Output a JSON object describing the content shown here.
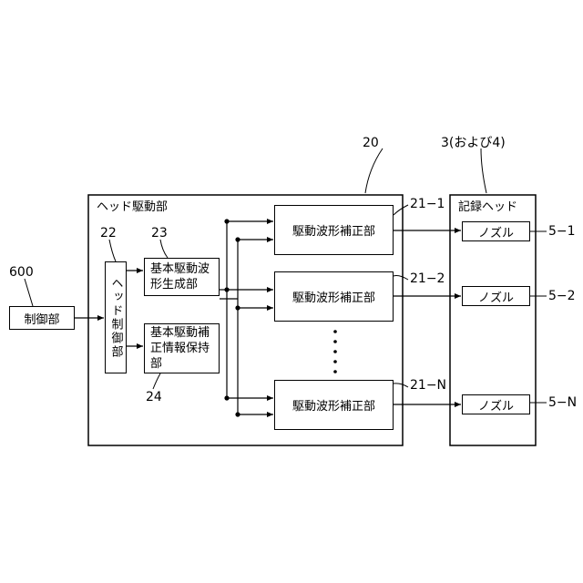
{
  "labels": {
    "controller_num": "600",
    "controller": "制御部",
    "head_drive_num": "20",
    "head_drive": "ヘッド駆動部",
    "head_ctrl_num": "22",
    "head_ctrl": "ヘッド制御部",
    "basic_gen_num": "23",
    "basic_gen": "基本駆動波形生成部",
    "basic_corr_num": "24",
    "basic_corr": "基本駆動補正情報保持部",
    "corr_unit": "駆動波形補正部",
    "corr_1_num": "21−1",
    "corr_2_num": "21−2",
    "corr_n_num": "21−N",
    "rec_head_num": "3(および4)",
    "rec_head": "記録ヘッド",
    "nozzle": "ノズル",
    "nozzle_1_num": "5−1",
    "nozzle_2_num": "5−2",
    "nozzle_n_num": "5−N"
  }
}
